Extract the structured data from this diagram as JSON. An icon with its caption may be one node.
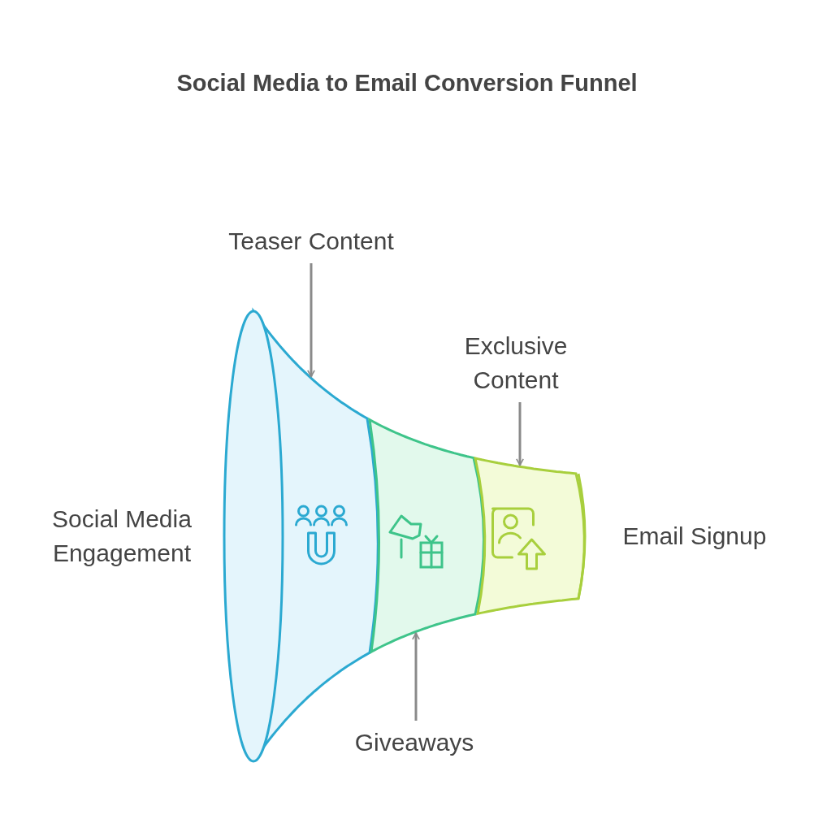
{
  "diagram": {
    "title": "Social Media to Email Conversion Funnel",
    "nodes": [
      {
        "text": [
          "Teaser Content"
        ]
      },
      {
        "text": [],
        "shape": "band"
      },
      {
        "text": [],
        "shape": "band"
      },
      {
        "text": [],
        "shape": "band"
      },
      {
        "text": [
          "Exclusive Content"
        ]
      },
      {
        "text": [
          "Giveaways"
        ]
      }
    ],
    "edges": [
      {
        "from": 0,
        "to": 1,
        "arrow": "to"
      },
      {
        "from": 4,
        "to": 3,
        "arrow": "to"
      },
      {
        "from": 5,
        "to": 2,
        "arrow": "to"
      }
    ],
    "labels": [
      "Social Media Engagement",
      "Email Signup"
    ]
  }
}
